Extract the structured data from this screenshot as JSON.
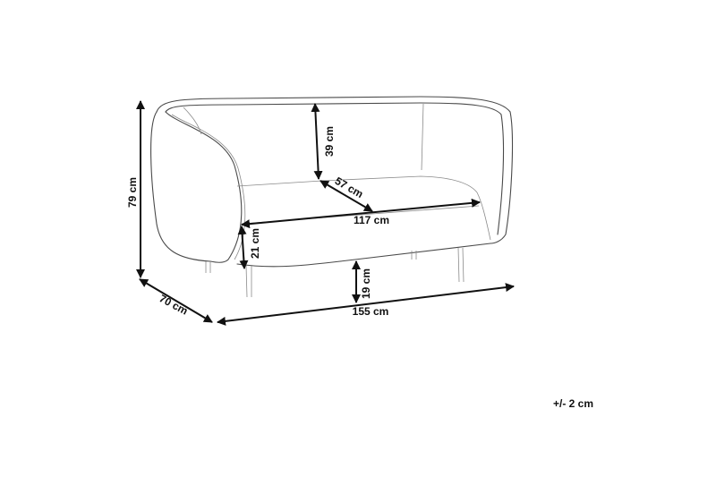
{
  "diagram": {
    "subject": "sofa dimensions",
    "dimensions": {
      "total_height": "79 cm",
      "backrest_height": "39 cm",
      "seat_depth": "57 cm",
      "seat_width": "117 cm",
      "seat_height": "21 cm",
      "leg_height": "19 cm",
      "total_depth": "70 cm",
      "total_width": "155 cm"
    },
    "tolerance": "+/- 2 cm",
    "colors": {
      "line": "#4a4a4a",
      "dimension": "#111111",
      "background": "#ffffff"
    }
  }
}
